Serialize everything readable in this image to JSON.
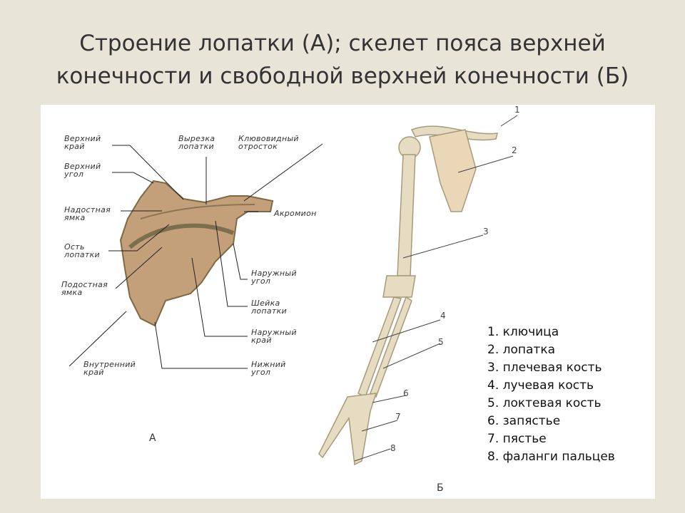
{
  "title_line1": "Строение лопатки (А); скелет пояса верхней",
  "title_line2": "конечности и свободной верхней конечности (Б)",
  "scapula_labels": [
    "Верхний край",
    "Верхний угол",
    "Надостная ямка",
    "Ость лопатки",
    "Подостная ямка",
    "Внутренний край",
    "Вырезка лопатки",
    "Клювовидный отросток",
    "Акромион",
    "Наружный угол",
    "Шейка лопатки",
    "Наружный край",
    "Нижний угол"
  ],
  "letter_a": "А",
  "letter_b": "Б",
  "arm_numbers": [
    "1",
    "2",
    "3",
    "4",
    "5",
    "6",
    "7",
    "8"
  ],
  "legend": [
    "1. ключица",
    "2. лопатка",
    "3. плечевая кость",
    "4. лучевая кость",
    "5. локтевая кость",
    "6. запястье",
    "7. пястье",
    "8. фаланги пальцев"
  ],
  "colors": {
    "background": "#e8e4d8",
    "bone_scapula": "#c4a07a",
    "bone_arm": "#e6dcc2"
  }
}
